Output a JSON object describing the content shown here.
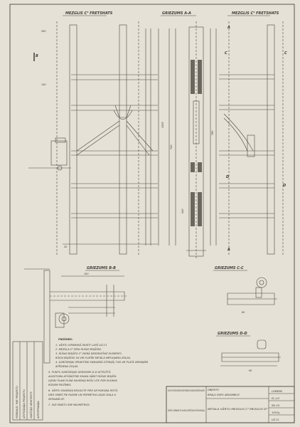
{
  "views": {
    "front_left": "MEZGLIS C³  FRETSHATS",
    "section_aa": "GRIEZUMS A-A",
    "front_right": "MEZGLIS C³  FRETSHATS",
    "section_bb": "GRIEZUMS B-B",
    "section_cc": "GRIEZUMS C-C",
    "section_dd": "GRIEZUMS D-D"
  },
  "section_marks": {
    "A": "A",
    "B": "B",
    "C": "C",
    "D": "D"
  },
  "notes": {
    "heading": "PIEZĪMES:",
    "lines": [
      "1. VĀRTU VIRSMASĀ SKATIT LAPĀ UZ-13",
      "2. MEZGLA C³ ZIRA RUSAS BOJĀTAS.",
      "3. RŪSAS BOJĀTO C³ VIENĀ DEKORATĪVIE ELEMENTI.",
      "   RŪSAI BOJĀTAS 3A VIR PLATĪBI METALA IMPUOJAMA ZOĻAS.",
      "4. GARŪSEĶJAI (PRAKTISKI SAMAZNĀ OTERIJĀ) TOO AR PLATĀ IZMAIŅĀM",
      "   APĒDIENA ZOĻAS.",
      "5. PLINTU GARŪSEĶJAI GRIEZUMS D-D ATTELĒTĀ",
      "   AUGSTUMA ATSĀKOTNE SHAKA SĀNIT RŪSAS BOJĀTA",
      "   GATAV PLANI PLĀNI SAVIENOJ REŠU LITE POR SUORAS",
      "   RŪSSMI PIEZĪMES.",
      "6. VĀRTU SAVIENOJ REGULITE PIRE AR ROKUŅA IESTĀ-",
      "   DIES SIMEŠ PIE RUDNE UN PERMETRA LIEJAS DAĻA A",
      "   SERIAMĀ GP.",
      "7. VIZI SINETU IDIP MILIMETROS."
    ]
  },
  "revision_text": [
    "PĀRBAUD. PAR PROJEKTU",
    "IZSTRĀDĀJA PROJEKTU",
    "VADĪTĀJS ARHITEKTS",
    "APSTIPRINĀJA"
  ],
  "title_block": {
    "org": "LATVIJAS PSR KULTŪRAS MINISTRIJAS KULTŪRAS PIEMINEKĻU RESTAURĀCIJAS PROJEKTĒŠANAS KANTORIS",
    "ministry": "PASPŪTI: VĀRNAVAS PILI 9a SEKLU KOPSĒTAS KULTŪRAS NODAĻA",
    "object_label": "OBJEKTS:",
    "object": "BRAĻU KAPU ANSAMBLIS",
    "drawing": "METALA VĀRTU MEZGLIS C³ MEZGLIS D³",
    "codes": [
      "LOMENS",
      "EL-1/3",
      "M1:10",
      "1957g",
      "UZ-11"
    ]
  },
  "dims": {
    "top_left": "280",
    "mid_left": "140",
    "bottom_left": "20",
    "section_h1": "1500",
    "section_h2": "740",
    "section_h3": "540",
    "right_h": "780",
    "bb_w": "150",
    "cc_w": "80",
    "dd_w": "90"
  }
}
